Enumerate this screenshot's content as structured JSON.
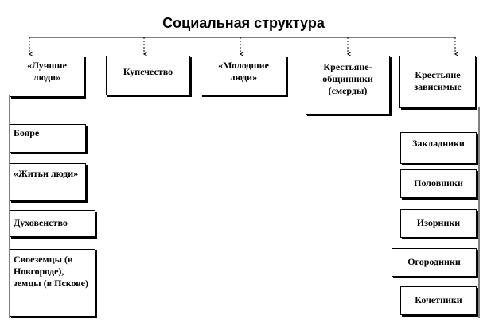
{
  "title": "Социальная структура",
  "top_boxes": [
    {
      "label": "«Лучшие люди»"
    },
    {
      "label": "Купечество"
    },
    {
      "label": "«Молодшие люди»"
    },
    {
      "label": "Крестьяне-общинники (смерды)"
    },
    {
      "label": "Крестьяне зависимые"
    }
  ],
  "left_boxes": [
    {
      "label": "Бояре"
    },
    {
      "label": "«Житьи люди»"
    },
    {
      "label": "Духовенство"
    },
    {
      "label": "Своеземцы (в Новгороде), земцы (в Пскове)"
    }
  ],
  "right_boxes": [
    {
      "label": "Закладники"
    },
    {
      "label": "Половники"
    },
    {
      "label": "Изорники"
    },
    {
      "label": "Огородники"
    },
    {
      "label": "Кочетники"
    }
  ]
}
